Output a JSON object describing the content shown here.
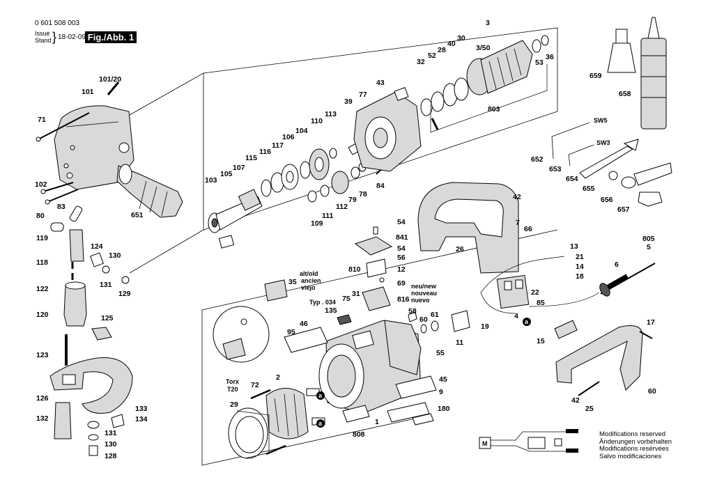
{
  "header": {
    "doc_number": "0 601 508 003",
    "issue_label": "Issue",
    "stand_label": "Stand",
    "issue_date": "18-02-09",
    "figure_label": "Fig./Abb. 1"
  },
  "part_labels": {
    "p101_20": "101/20",
    "p101": "101",
    "p71": "71",
    "p102": "102",
    "p83": "83",
    "p80": "80",
    "p651": "651",
    "p119": "119",
    "p124": "124",
    "p130a": "130",
    "p118": "118",
    "p131a": "131",
    "p129": "129",
    "p122": "122",
    "p120": "120",
    "p125": "125",
    "p123": "123",
    "p126": "126",
    "p132": "132",
    "p133": "133",
    "p134": "134",
    "p131b": "131",
    "p130b": "130",
    "p128": "128",
    "p103": "103",
    "p105": "105",
    "p107": "107",
    "p115": "115",
    "p116": "116",
    "p117": "117",
    "p106": "106",
    "p104": "104",
    "p110": "110",
    "p113": "113",
    "p39": "39",
    "p77": "77",
    "p43": "43",
    "p109": "109",
    "p111": "111",
    "p112": "112",
    "p79": "79",
    "p78": "78",
    "p84": "84",
    "p32": "32",
    "p52": "52",
    "p28": "28",
    "p40": "40",
    "p30": "30",
    "p3": "3",
    "p3_50": "3/50",
    "p53": "53",
    "p36": "36",
    "p803": "803",
    "p659": "659",
    "p658": "658",
    "sw5": "SW5",
    "sw3": "SW3",
    "p652": "652",
    "p653": "653",
    "p654": "654",
    "p655": "655",
    "p656": "656",
    "p657": "657",
    "p54a": "54",
    "p841": "841",
    "p54b": "54",
    "p56": "56",
    "p810": "810",
    "p12": "12",
    "p69": "69",
    "p816": "816",
    "p75": "75",
    "p31": "31",
    "p35": "35",
    "p58": "58",
    "p60": "60",
    "p61": "61",
    "p135": "135",
    "p46": "46",
    "p95": "95",
    "p55": "55",
    "p2": "2",
    "p72": "72",
    "p29": "29",
    "p45": "45",
    "p9": "9",
    "p180": "180",
    "p808": "808",
    "p1": "1",
    "p11": "11",
    "p42a": "42",
    "p7": "7",
    "p66": "66",
    "p26": "26",
    "p13": "13",
    "p21": "21",
    "p14": "14",
    "p18": "18",
    "p805": "805",
    "p5": "5",
    "p6": "6",
    "p22": "22",
    "p19": "19",
    "p4": "4",
    "p85": "85",
    "p15": "15",
    "p17": "17",
    "p42b": "42",
    "p25": "25",
    "p60b": "60",
    "marker_a": "a"
  },
  "texts": {
    "alt_old": "alt/old",
    "ancien": "ancien",
    "viejo": "viejo",
    "neu_new": "neu/new",
    "nouveau": "nouveau",
    "nuevo": "nuevo",
    "typ": "Typ . 034",
    "torx": "Torx",
    "t20": "T20"
  },
  "footer": {
    "line1": "Modifications reserved",
    "line2": "Änderungen vorbehalten",
    "line3": "Modifications resérvées",
    "line4": "Salvo modificaciones"
  },
  "icons": [
    "motor-symbol-icon",
    "wiring-diagram-icon"
  ]
}
